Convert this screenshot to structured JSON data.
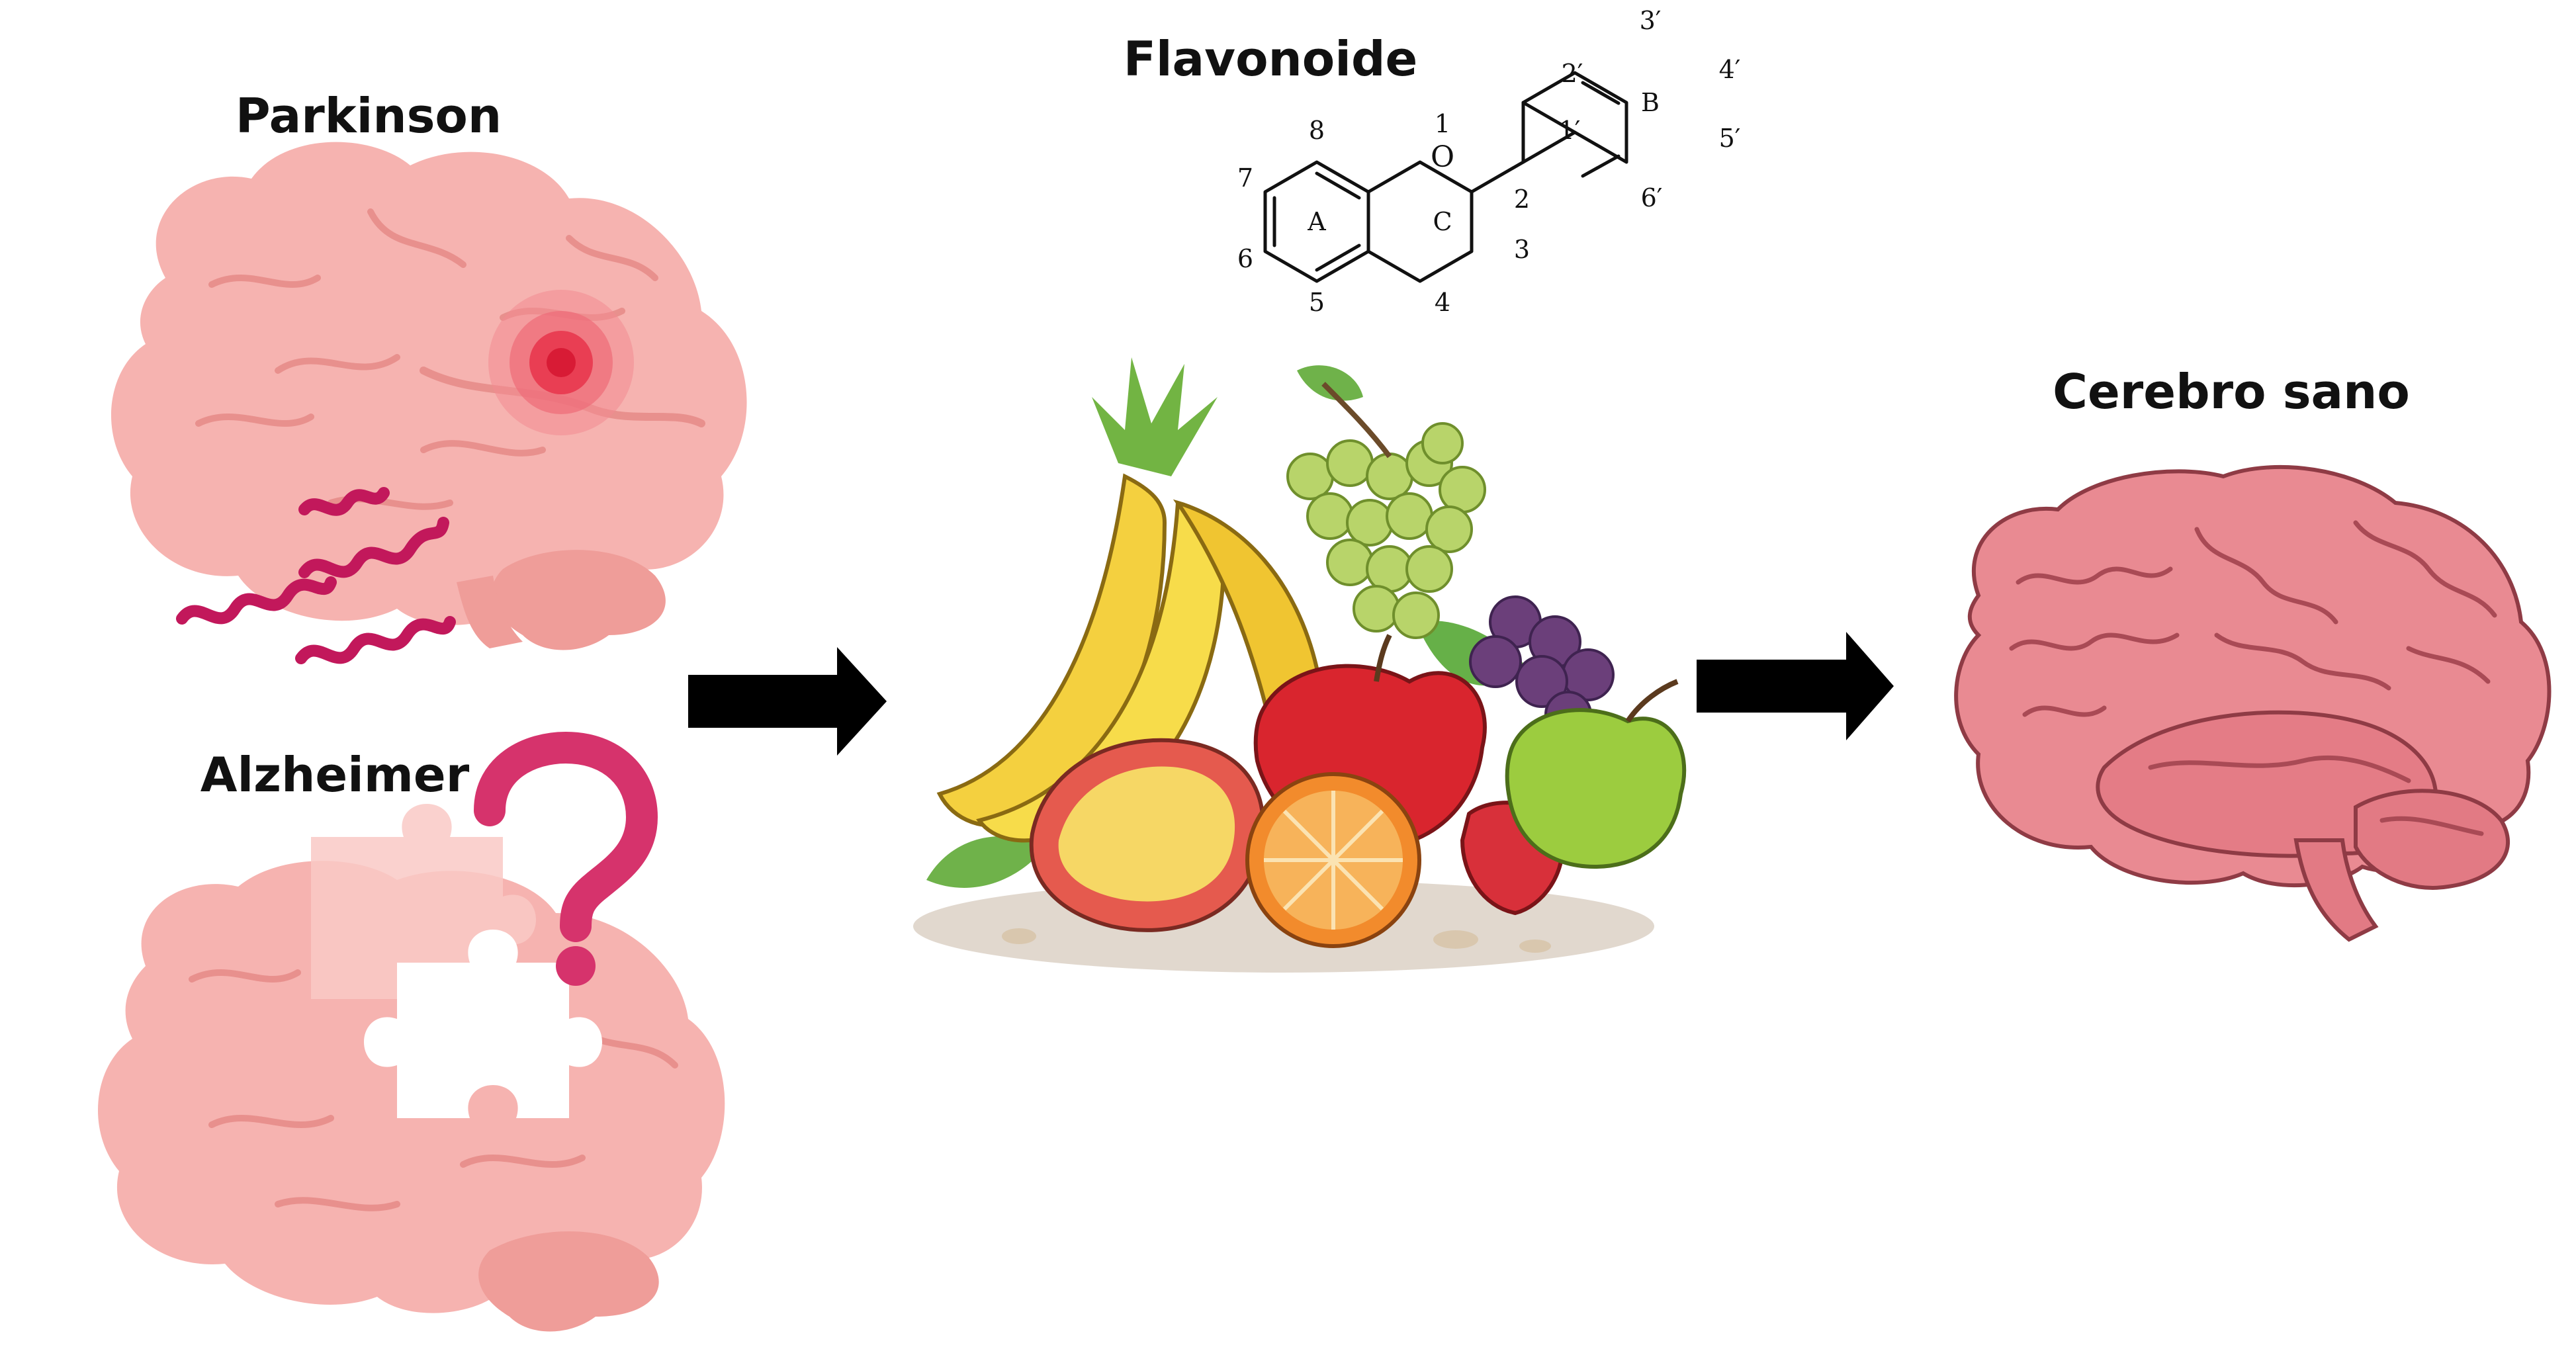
{
  "title_parkinson": "Parkinson",
  "title_alzheimer": "Alzheimer",
  "title_flavonoide": "Flavonoide",
  "title_healthy_brain": "Cerebro sano",
  "flavonoid_structure": {
    "ring_labels": [
      "A",
      "C",
      "B"
    ],
    "oxygen_label": "O",
    "position_labels": [
      "1",
      "2",
      "3",
      "4",
      "5",
      "6",
      "7",
      "8",
      "1′",
      "2′",
      "3′",
      "4′",
      "5′",
      "6′"
    ]
  },
  "colors": {
    "diseased_brain": "#f6b3b0",
    "healthy_brain": "#e8888f",
    "pulse_red": "#e8344b",
    "tremor_magenta": "#c2185b",
    "question_mark": "#d6336c",
    "arrow": "#000000"
  },
  "icons": [
    "parkinson-brain-icon",
    "tremor-icon",
    "alzheimer-brain-icon",
    "puzzle-icon",
    "question-mark-icon",
    "fruit-pile-icon",
    "healthy-brain-icon",
    "arrow-right-icon"
  ]
}
